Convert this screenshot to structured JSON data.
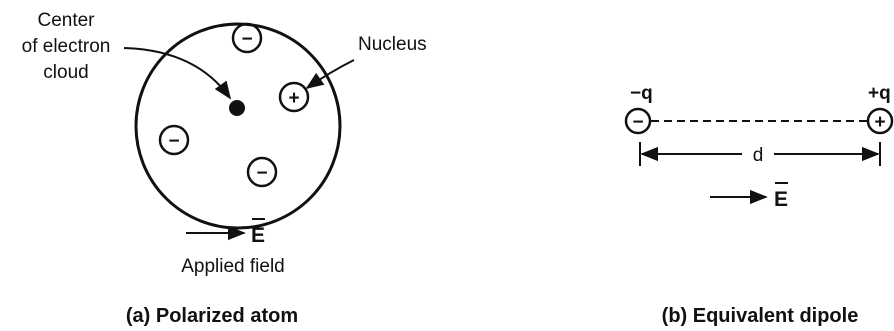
{
  "atom": {
    "center_label": [
      "Center",
      "of electron",
      "cloud"
    ],
    "nucleus_label": "Nucleus",
    "nucleus_sign": "+",
    "electron_sign": "−",
    "field_symbol": "E",
    "field_label": "Applied field",
    "caption": "(a) Polarized atom"
  },
  "dipole": {
    "neg_charge_label": "−q",
    "pos_charge_label": "+q",
    "neg_sign": "−",
    "pos_sign": "+",
    "separation_label": "d",
    "field_symbol": "E",
    "caption": "(b) Equivalent dipole"
  },
  "colors": {
    "ink": "#111111",
    "background": "#ffffff"
  }
}
